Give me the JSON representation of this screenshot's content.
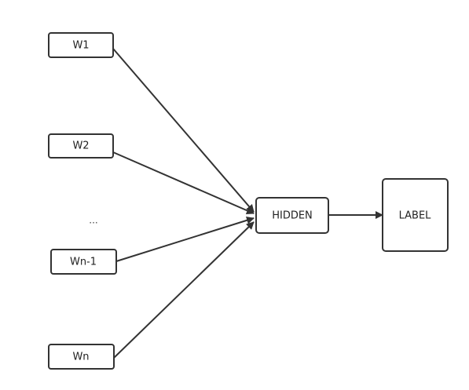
{
  "diagram": {
    "inputs": [
      {
        "id": "w1",
        "label": "W1"
      },
      {
        "id": "w2",
        "label": "W2"
      },
      {
        "id": "wn-1",
        "label": "Wn-1"
      },
      {
        "id": "wn",
        "label": "Wn"
      }
    ],
    "ellipsis": "...",
    "hidden": {
      "label": "HIDDEN"
    },
    "output": {
      "label": "LABEL"
    },
    "colors": {
      "stroke": "#333333",
      "text": "#222222",
      "background": "#ffffff"
    }
  }
}
